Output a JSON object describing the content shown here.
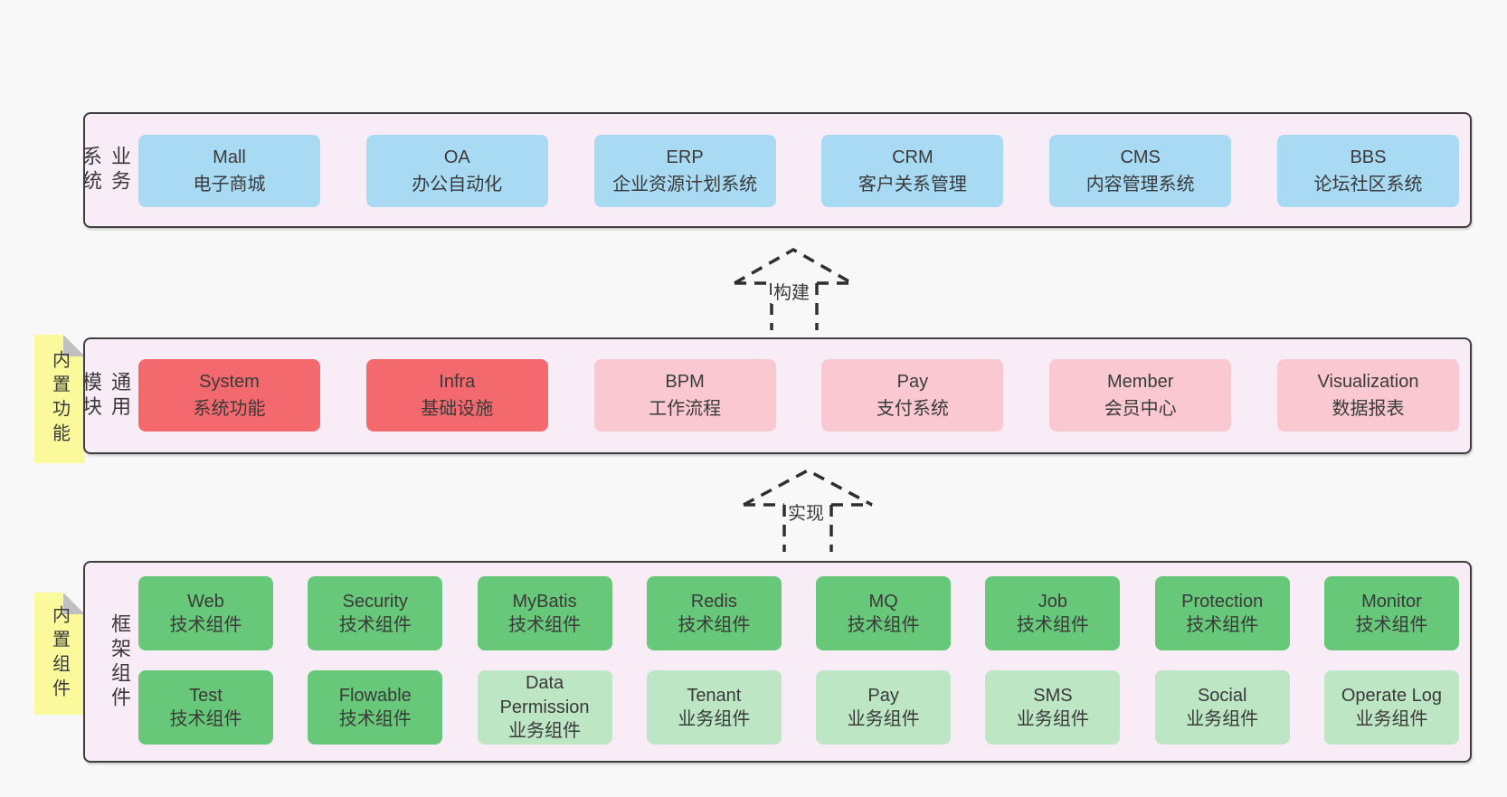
{
  "colors": {
    "page_background": "#f8f8f8",
    "panel_background": "#f8ecf6",
    "panel_border": "#3f3f3f",
    "business_box": "#a9daf3",
    "module_core_box": "#f4696e",
    "module_box": "#fac8d1",
    "tech_component_box": "#68c87a",
    "biz_component_box": "#bde6c5",
    "sticky_note": "#fafa9c",
    "sticky_fold": "#c0c0c0",
    "text": "#3a3a3a",
    "arrow_dash": "#2f2f2f"
  },
  "arrows": {
    "build": "构建",
    "implement": "实现"
  },
  "layers": {
    "business": {
      "side_label": "业务系统",
      "boxes": [
        {
          "en": "Mall",
          "zh": "电子商城"
        },
        {
          "en": "OA",
          "zh": "办公自动化"
        },
        {
          "en": "ERP",
          "zh": "企业资源计划系统"
        },
        {
          "en": "CRM",
          "zh": "客户关系管理"
        },
        {
          "en": "CMS",
          "zh": "内容管理系统"
        },
        {
          "en": "BBS",
          "zh": "论坛社区系统"
        }
      ]
    },
    "modules": {
      "sticky_label": "内置功能",
      "side_label": "通用模块",
      "boxes": [
        {
          "en": "System",
          "zh": "系统功能"
        },
        {
          "en": "Infra",
          "zh": "基础设施"
        },
        {
          "en": "BPM",
          "zh": "工作流程"
        },
        {
          "en": "Pay",
          "zh": "支付系统"
        },
        {
          "en": "Member",
          "zh": "会员中心"
        },
        {
          "en": "Visualization",
          "zh": "数据报表"
        }
      ]
    },
    "components": {
      "sticky_label": "内置组件",
      "side_label": "框架组件",
      "row1": [
        {
          "en": "Web",
          "zh": "技术组件"
        },
        {
          "en": "Security",
          "zh": "技术组件"
        },
        {
          "en": "MyBatis",
          "zh": "技术组件"
        },
        {
          "en": "Redis",
          "zh": "技术组件"
        },
        {
          "en": "MQ",
          "zh": "技术组件"
        },
        {
          "en": "Job",
          "zh": "技术组件"
        },
        {
          "en": "Protection",
          "zh": "技术组件"
        },
        {
          "en": "Monitor",
          "zh": "技术组件"
        }
      ],
      "row2": [
        {
          "en": "Test",
          "zh": "技术组件"
        },
        {
          "en": "Flowable",
          "zh": "技术组件"
        },
        {
          "en": "Data Permission",
          "zh": "业务组件"
        },
        {
          "en": "Tenant",
          "zh": "业务组件"
        },
        {
          "en": "Pay",
          "zh": "业务组件"
        },
        {
          "en": "SMS",
          "zh": "业务组件"
        },
        {
          "en": "Social",
          "zh": "业务组件"
        },
        {
          "en": "Operate Log",
          "zh": "业务组件"
        }
      ]
    }
  }
}
